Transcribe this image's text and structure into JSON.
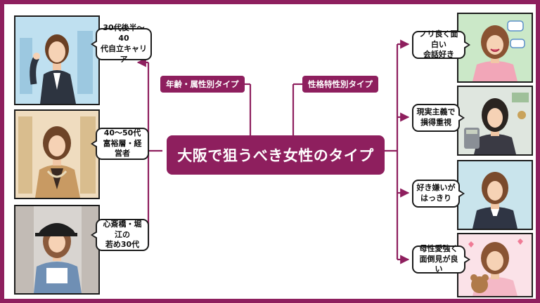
{
  "title": "大阪で狙うべき女性のタイプ",
  "branches": {
    "left": "年齢・属性別タイプ",
    "right": "性格特性別タイプ"
  },
  "left_types": [
    {
      "label": "30代後半〜40\n代自立キャリア",
      "icon": "career-woman-portrait"
    },
    {
      "label": "40〜50代\n富裕層・経営者",
      "icon": "wealthy-woman-portrait"
    },
    {
      "label": "心斎橋・堀江の\n若め30代",
      "icon": "casual-woman-portrait"
    }
  ],
  "right_types": [
    {
      "label": "ノリ良く面白い\n会話好き",
      "icon": "laughing-woman-portrait"
    },
    {
      "label": "現実主義で\n損得重視",
      "icon": "calculating-woman-portrait"
    },
    {
      "label": "好き嫌いが\nはっきり",
      "icon": "decisive-woman-portrait"
    },
    {
      "label": "母性愛強く\n面倒見が良い",
      "icon": "motherly-woman-portrait"
    }
  ],
  "colors": {
    "accent": "#8e1f5e",
    "background": "#ffffff"
  }
}
